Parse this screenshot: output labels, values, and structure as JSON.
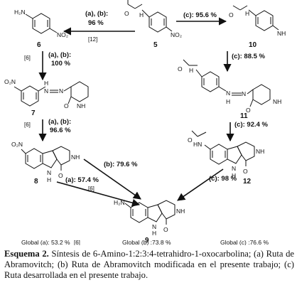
{
  "compounds": {
    "c6": "6",
    "c5": "5",
    "c10": "10",
    "c7": "7",
    "c11": "11",
    "c8": "8",
    "c12": "12",
    "c9": "9"
  },
  "atoms": {
    "H2N": "H₂N",
    "NO2": "NO₂",
    "O2N": "O₂N",
    "HN": "HN",
    "N": "N",
    "NH": "NH",
    "H": "H",
    "O": "O"
  },
  "arrows": {
    "a_5_6": "(a), (b):",
    "a_5_6_yield": "96 %",
    "a_5_6_ref": "[12]",
    "c_5_10": "(c): 95.6 %",
    "ab_6_7": "(a), (b):",
    "ab_6_7_yield": "100 %",
    "ab_6_7_ref": "[6]",
    "c_10_11": "(c): 88.5 %",
    "ab_7_8": "(a), (b):",
    "ab_7_8_yield": "96.6 %",
    "ab_7_8_ref": "[6]",
    "c_11_12": "(c): 92.4 %",
    "b_8_9": "(b): 79.6 %",
    "a_8_9": "(a): 57.4 %",
    "a_8_9_ref": "[6]",
    "c_12_9": "(c): 98 %"
  },
  "globals": {
    "a": "Global (a): 53.2 %",
    "a_ref": "[6]",
    "b": "Global (b) :73.8 %",
    "c": "Global (c) :76.6 %"
  },
  "caption": {
    "label": "Esquema 2.",
    "text": " Síntesis de 6-Amino-1:2:3:4-tetrahidro-1-oxocarbolina; (a) Ruta de Abramovitch; (b) Ruta de Abramovitch modificada en el presente trabajo; (c) Ruta desarrollada en el presente trabajo."
  }
}
